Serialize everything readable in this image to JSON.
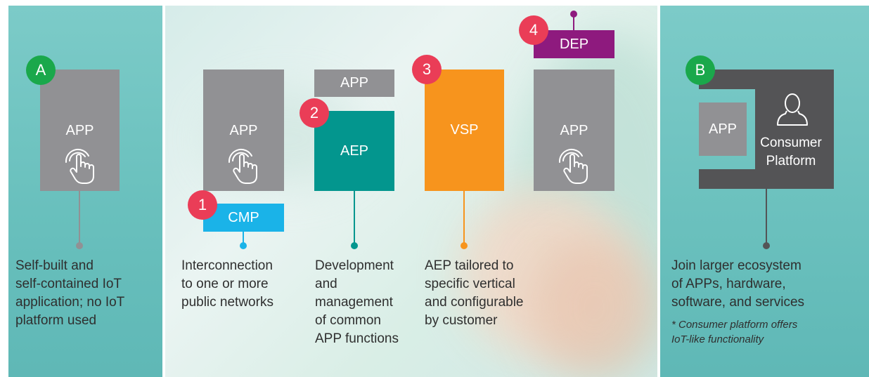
{
  "panel_a": {
    "badge": "A",
    "app_label": "APP",
    "description": [
      "Self-built and",
      "self-contained IoT",
      "application; no IoT",
      "platform used"
    ]
  },
  "column_1": {
    "app_label": "APP",
    "badge": "1",
    "platform_label": "CMP",
    "description": [
      "Interconnection",
      "to one or more",
      "public networks"
    ]
  },
  "column_2": {
    "app_label": "APP",
    "badge": "2",
    "platform_label": "AEP",
    "description": [
      "Development",
      "and",
      "management",
      "of common",
      "APP functions"
    ]
  },
  "column_3": {
    "badge": "3",
    "platform_label": "VSP",
    "description": [
      "AEP tailored to",
      "specific vertical",
      "and configurable",
      "by customer"
    ]
  },
  "column_4": {
    "badge": "4",
    "platform_label": "DEP",
    "app_label": "APP"
  },
  "panel_b": {
    "badge": "B",
    "app_label": "APP",
    "platform_label_line1": "Consumer",
    "platform_label_line2": "Platform",
    "description": [
      "Join larger ecosystem",
      "of APPs, hardware,",
      "software, and services"
    ],
    "note": [
      "* Consumer platform offers",
      "IoT-like functionality"
    ]
  },
  "colors": {
    "teal_bg": "#6ac0bd",
    "gray_box": "#919194",
    "cmp_blue": "#1ab3e8",
    "aep_teal": "#03968e",
    "vsp_orange": "#f7941d",
    "dep_purple": "#8e1a7e",
    "consumer_dark": "#545456",
    "badge_green": "#1aa84b",
    "badge_red": "#ea3d57"
  },
  "icons": [
    "touch-hand-icon",
    "user-icon"
  ]
}
